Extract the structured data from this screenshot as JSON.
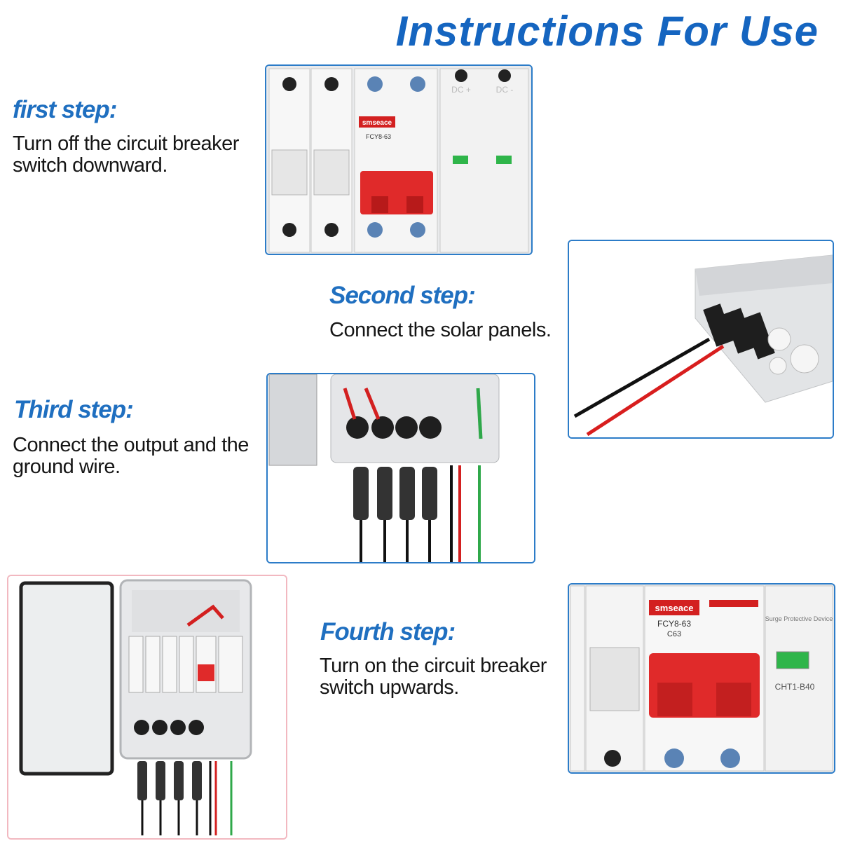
{
  "title": "Instructions For Use",
  "steps": [
    {
      "heading": "first step:",
      "text_lines": [
        "Turn off the circuit breaker",
        "switch downward."
      ]
    },
    {
      "heading": "Second step:",
      "text_lines": [
        "Connect the solar panels."
      ]
    },
    {
      "heading": "Third step:",
      "text_lines": [
        "Connect the output and the",
        "ground wire."
      ]
    },
    {
      "heading": "Fourth step:",
      "text_lines": [
        "Turn on the circuit breaker",
        "switch upwards."
      ]
    }
  ],
  "breaker_labels": {
    "brand": "smseace",
    "model": "FCY8-63",
    "rating": "C63",
    "dc_plus": "DC +",
    "dc_minus": "DC -",
    "spd_name": "Surge Protective Device",
    "spd_model": "CHT1-B40"
  },
  "colors": {
    "accent": "#1565c0",
    "breaker_red": "#e02a2a",
    "border_blue": "#2c7cc8"
  }
}
